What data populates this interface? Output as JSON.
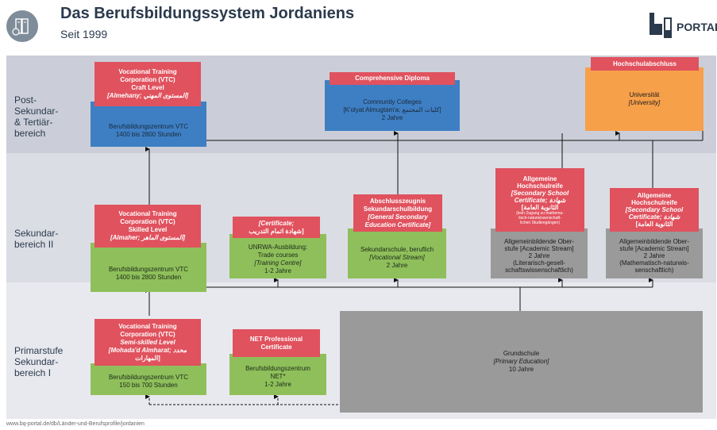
{
  "header": {
    "title": "Das Berufsbildungssystem Jordaniens",
    "subtitle": "Seit 1999",
    "brand": "PORTAL"
  },
  "levels": {
    "post": [
      "Post-",
      "Sekundar-",
      "& Tertiär-",
      "bereich"
    ],
    "sek2": [
      "Sekundar-",
      "bereich II"
    ],
    "prim": [
      "Primarstufe",
      "Sekundar-",
      "bereich I"
    ]
  },
  "boxes": {
    "vtc_craft": {
      "header": [
        "Vocational Training",
        "Corporation (VTC)",
        "Craft Level",
        "[Almehany; المستوى المهني]"
      ],
      "body": [
        "Berufsbildungszentrum VTC",
        "1400 bis 2800 Stunden"
      ]
    },
    "cc": {
      "header": "Comprehensive Diploma",
      "body": [
        "Community Colleges",
        "[K'olyat Almugtam'a; كليات المجتمع]",
        "2 Jahre"
      ]
    },
    "uni": {
      "header": "Hochschulabschluss",
      "body": [
        "Universität",
        "[University]"
      ]
    },
    "vtc_skilled": {
      "header": [
        "Vocational Training",
        "Corporation (VTC)",
        "Skilled Level",
        "[Almaher; المستوى الماهر]"
      ],
      "body": [
        "Berufsbildungszentrum VTC",
        "1400 bis 2800 Stunden"
      ]
    },
    "unrwa": {
      "header": [
        "[Certificate;",
        "شهادة اتمام التدريب]"
      ],
      "body": [
        "UNRWA-Ausbildung:",
        "Trade courses",
        "[Training Centre]",
        "1-2 Jahre"
      ]
    },
    "voc_stream": {
      "header": [
        "Abschlusszeugnis",
        "Sekundarschulbildung",
        "[General Secondary",
        "Education Certificate]"
      ],
      "body": [
        "Sekundarschule, beruflich",
        "[Vocational Stream]",
        "2 Jahre"
      ]
    },
    "acad1": {
      "header": [
        "Allgemeine",
        "Hochschulreife",
        "[Secondary School",
        "Certificate; شهادة",
        "[الثانوية العامة",
        "(kein Zugang zu mathema-",
        "tisch-naturwissenschaft-",
        "lichen Studiengängen)"
      ],
      "body": [
        "Allgemeinbildende Ober-",
        "stufe [Academic Stream]",
        "2 Jahre",
        "(Literarisch-gesell-",
        "schaftswissenschaftlich)"
      ]
    },
    "acad2": {
      "header": [
        "Allgemeine",
        "Hochschulreife",
        "[Secondary School",
        "Certificate; شهادة",
        "[الثانوية العامة"
      ],
      "body": [
        "Allgemeinbildende Ober-",
        "stufe [Academic Stream]",
        "2 Jahre",
        "(Mathematisch-naturwis-",
        "senschaftlich)"
      ]
    },
    "vtc_semi": {
      "header": [
        "Vocational Training",
        "Corporation (VTC)",
        "Semi-skilled Level",
        "[Mohada'd Almharat; محدد",
        "المهارات]"
      ],
      "body": [
        "Berufsbildungszentrum VTC",
        "150 bis 700 Stunden"
      ]
    },
    "net": {
      "header": [
        "NET Professional",
        "Certificate"
      ],
      "body": [
        "Berufsbildungszentrum",
        "NET*",
        "1-2 Jahre"
      ]
    },
    "grund": {
      "body": [
        "Grundschule",
        "[Primary Education]",
        "10 Jahre"
      ]
    }
  },
  "footer": {
    "url": "www.bq-portal.de/db/Länder-und-Berufsprofile/jordanien"
  },
  "colors": {
    "red": "#e0525e",
    "blue": "#3e7fc4",
    "green": "#8fbf5a",
    "grey": "#9a9a9a",
    "orange": "#f7a04a"
  }
}
